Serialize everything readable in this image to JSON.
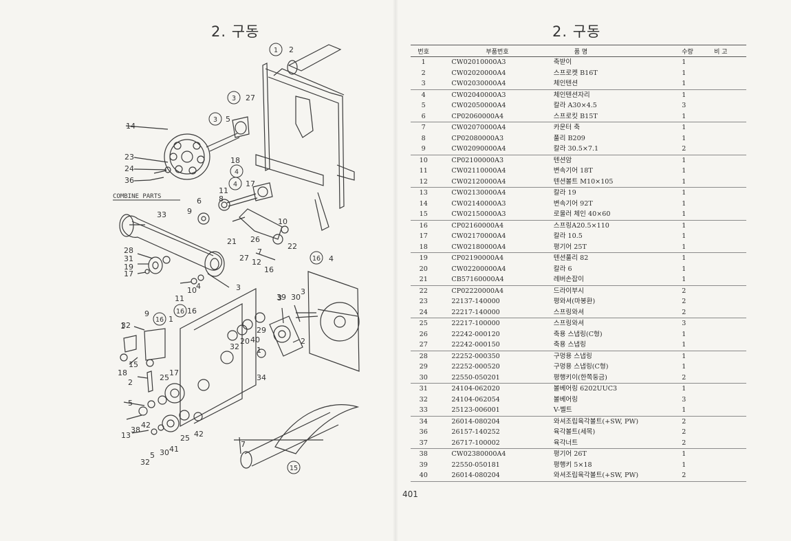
{
  "left": {
    "title": "2. 구동",
    "combine_label": "COMBINE PARTS",
    "callouts": [
      "2",
      "27",
      "5",
      "14",
      "23",
      "24",
      "36",
      "18",
      "17",
      "11",
      "9",
      "6",
      "8",
      "33",
      "10",
      "22",
      "21",
      "26",
      "28",
      "31",
      "19",
      "27",
      "7",
      "12",
      "16",
      "3",
      "17",
      "11",
      "10",
      "4",
      "9",
      "1",
      "39",
      "30",
      "3",
      "32",
      "29",
      "32",
      "20",
      "34",
      "40",
      "15",
      "18",
      "2",
      "17",
      "5",
      "25",
      "42",
      "38",
      "13",
      "41",
      "25",
      "42",
      "5",
      "32",
      "30",
      "1",
      "7",
      "3",
      "2",
      "1",
      "4",
      "16"
    ],
    "circled_refs": [
      "1",
      "3",
      "3",
      "4",
      "4",
      "16",
      "16",
      "16",
      "15"
    ]
  },
  "right": {
    "title": "2. 구동",
    "headers": {
      "no": "번호",
      "code": "부품번호",
      "name": "품          명",
      "qty": "수량",
      "note": "비  고"
    },
    "rows": [
      {
        "no": "1",
        "code": "CW02010000A3",
        "name": "축받이",
        "qty": "1"
      },
      {
        "no": "2",
        "code": "CW02020000A4",
        "name": "스프로켓 B16T",
        "qty": "1"
      },
      {
        "no": "3",
        "code": "CW02030000A4",
        "name": "체인텐션",
        "qty": "1"
      },
      {
        "no": "4",
        "code": "CW02040000A3",
        "name": "체인텐션자리",
        "qty": "1"
      },
      {
        "no": "5",
        "code": "CW02050000A4",
        "name": "칼라 A30×4.5",
        "qty": "3"
      },
      {
        "no": "6",
        "code": "CP02060000A4",
        "name": "스프로킷 B15T",
        "qty": "1"
      },
      {
        "no": "7",
        "code": "CW02070000A4",
        "name": "카운터 축",
        "qty": "1"
      },
      {
        "no": "8",
        "code": "CP02080000A3",
        "name": "풀리 B209",
        "qty": "1"
      },
      {
        "no": "9",
        "code": "CW02090000A4",
        "name": "칼라 30.5×7.1",
        "qty": "2"
      },
      {
        "no": "10",
        "code": "CP02100000A3",
        "name": "텐션암",
        "qty": "1"
      },
      {
        "no": "11",
        "code": "CW02110000A4",
        "name": "변속기어 18T",
        "qty": "1"
      },
      {
        "no": "12",
        "code": "CW02120000A4",
        "name": "텐션볼트 M10×105",
        "qty": "1"
      },
      {
        "no": "13",
        "code": "CW02130000A4",
        "name": "칼라 19",
        "qty": "1"
      },
      {
        "no": "14",
        "code": "CW02140000A3",
        "name": "변속기어 92T",
        "qty": "1"
      },
      {
        "no": "15",
        "code": "CW02150000A3",
        "name": "로울러 체인 40×60",
        "qty": "1"
      },
      {
        "no": "16",
        "code": "CP02160000A4",
        "name": "스프링A20.5×110",
        "qty": "1"
      },
      {
        "no": "17",
        "code": "CW02170000A4",
        "name": "칼라 10.5",
        "qty": "1"
      },
      {
        "no": "18",
        "code": "CW02180000A4",
        "name": "평기어 25T",
        "qty": "1"
      },
      {
        "no": "19",
        "code": "CP02190000A4",
        "name": "텐션풀리 82",
        "qty": "1"
      },
      {
        "no": "20",
        "code": "CW02200000A4",
        "name": "칼라 6",
        "qty": "1"
      },
      {
        "no": "21",
        "code": "CB57160000A4",
        "name": "레버손잡이",
        "qty": "1"
      },
      {
        "no": "22",
        "code": "CP02220000A4",
        "name": "드라이부시",
        "qty": "2"
      },
      {
        "no": "23",
        "code": "22137-140000",
        "name": "평와셔(마봉환)",
        "qty": "2"
      },
      {
        "no": "24",
        "code": "22217-140000",
        "name": "스프링와셔",
        "qty": "2"
      },
      {
        "no": "25",
        "code": "22217-100000",
        "name": "스프링와셔",
        "qty": "3"
      },
      {
        "no": "26",
        "code": "22242-000120",
        "name": "축용 스냅링(C형)",
        "qty": "1"
      },
      {
        "no": "27",
        "code": "22242-000150",
        "name": "축용 스냅링",
        "qty": "1"
      },
      {
        "no": "28",
        "code": "22252-000350",
        "name": "구멍용 스냅링",
        "qty": "1"
      },
      {
        "no": "29",
        "code": "22252-000520",
        "name": "구멍용 스냅링(C형)",
        "qty": "1"
      },
      {
        "no": "30",
        "code": "22550-050201",
        "name": "평행키이(한쪽둥금)",
        "qty": "2"
      },
      {
        "no": "31",
        "code": "24104-062020",
        "name": "볼베어링 6202UUC3",
        "qty": "1"
      },
      {
        "no": "32",
        "code": "24104-062054",
        "name": "볼베어링",
        "qty": "3"
      },
      {
        "no": "33",
        "code": "25123-006001",
        "name": "V-벨트",
        "qty": "1"
      },
      {
        "no": "34",
        "code": "26014-080204",
        "name": "와셔조립육각볼트(+SW, PW)",
        "qty": "2"
      },
      {
        "no": "36",
        "code": "26157-140252",
        "name": "육각볼트(세목)",
        "qty": "2"
      },
      {
        "no": "37",
        "code": "26717-100002",
        "name": "육각너트",
        "qty": "2"
      },
      {
        "no": "38",
        "code": "CW02380000A4",
        "name": "평기어 26T",
        "qty": "1"
      },
      {
        "no": "39",
        "code": "22550-050181",
        "name": "평행키 5×18",
        "qty": "1"
      },
      {
        "no": "40",
        "code": "26014-080204",
        "name": "와셔조립육각볼트(+SW, PW)",
        "qty": "2"
      }
    ],
    "page_number": "401"
  }
}
